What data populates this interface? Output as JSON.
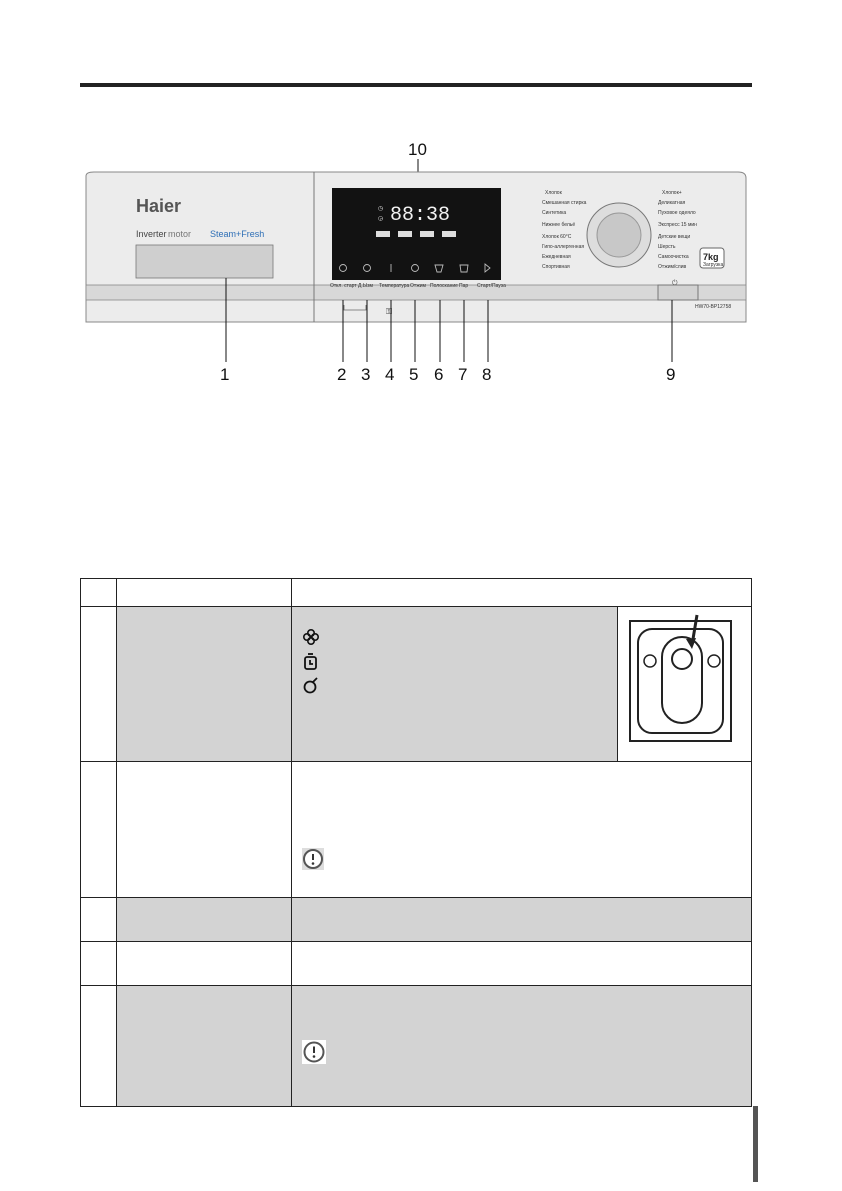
{
  "panel": {
    "brand": "Haier",
    "motor_label_bold": "Inverter",
    "motor_label_light": "motor",
    "steam_label": "Steam+Fresh",
    "capacity": "7kg",
    "capacity_sub": "Загрузка",
    "model": "HW70-BP12758",
    "display_time": "88:38",
    "callouts": [
      "1",
      "2",
      "3",
      "4",
      "5",
      "6",
      "7",
      "8",
      "9",
      "10"
    ],
    "button_labels": [
      "Откл. старт",
      "Д.Ызм",
      "Температура",
      "Отжим",
      "Полоскание",
      "Пар",
      "Старт/Пауза"
    ],
    "programs_left": [
      "Хлопок",
      "Смешанная стирка",
      "Синтетика",
      "Нижнее бельё",
      "Хлопок 60°С",
      "Гипо-аллергенная",
      "Ежедневная",
      "Спортивная"
    ],
    "programs_right": [
      "Хлопок+",
      "Деликатная",
      "Пуховое одеяло",
      "Экспресс 15 мин",
      "Детские вещи",
      "Шерсть",
      "Самоочистка",
      "Отжим/слив"
    ]
  },
  "colors": {
    "panel_bg": "#ebebeb",
    "display_bg": "#111111",
    "table_shade": "#d3d3d3",
    "steam_blue": "#2e6fb6"
  },
  "table": {
    "row1_icons": [
      "detergent-flower-icon",
      "bottle-icon",
      "softener-icon"
    ],
    "row2_icons": [
      "warning-icon"
    ],
    "row5_icons": [
      "warning-icon"
    ]
  }
}
